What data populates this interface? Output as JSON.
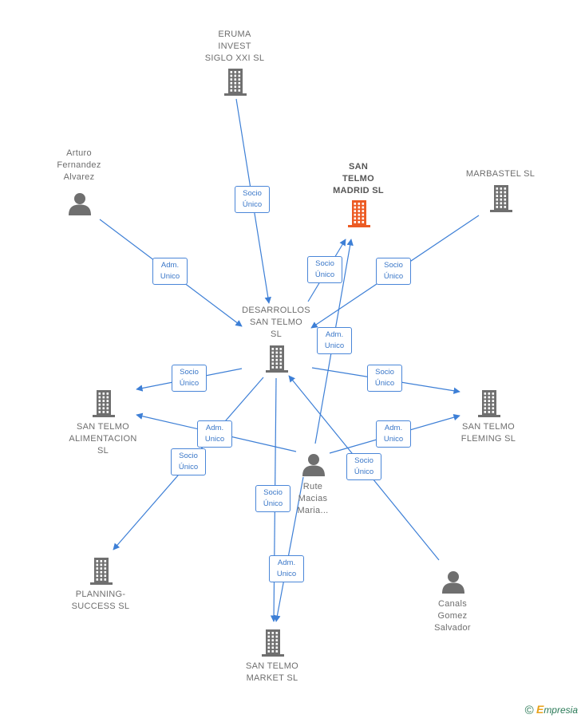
{
  "nodes": [
    {
      "id": "eruma",
      "type": "company",
      "label": "ERUMA\nINVEST\nSIGLO XXI  SL"
    },
    {
      "id": "arturo",
      "type": "person",
      "label": "Arturo\nFernandez\nAlvarez"
    },
    {
      "id": "san_telmo_madrid",
      "type": "company",
      "label": "SAN\nTELMO\nMADRID  SL",
      "focus": true
    },
    {
      "id": "marbastel",
      "type": "company",
      "label": "MARBASTEL SL"
    },
    {
      "id": "desarrollos",
      "type": "company",
      "label": "DESARROLLOS\nSAN TELMO\nSL"
    },
    {
      "id": "alimentacion",
      "type": "company",
      "label": "SAN TELMO\nALIMENTACION\nSL"
    },
    {
      "id": "fleming",
      "type": "company",
      "label": "SAN TELMO\nFLEMING  SL"
    },
    {
      "id": "rute",
      "type": "person",
      "label": "Rute\nMacias\nMaria..."
    },
    {
      "id": "planning",
      "type": "company",
      "label": "PLANNING-\nSUCCESS  SL"
    },
    {
      "id": "canals",
      "type": "person",
      "label": "Canals\nGomez\nSalvador"
    },
    {
      "id": "market",
      "type": "company",
      "label": "SAN TELMO\nMARKET  SL"
    }
  ],
  "edges": [
    {
      "from": "eruma",
      "to": "desarrollos",
      "label": "Socio\nÚnico"
    },
    {
      "from": "arturo",
      "to": "desarrollos",
      "label": "Adm.\nUnico"
    },
    {
      "from": "desarrollos",
      "to": "san_telmo_madrid",
      "label": "Socio\nÚnico"
    },
    {
      "from": "marbastel",
      "to": "desarrollos",
      "label": "Socio\nÚnico"
    },
    {
      "from": "rute",
      "to": "san_telmo_madrid",
      "label": "Adm.\nUnico"
    },
    {
      "from": "desarrollos",
      "to": "alimentacion",
      "label": "Socio\nÚnico"
    },
    {
      "from": "desarrollos",
      "to": "fleming",
      "label": "Socio\nÚnico"
    },
    {
      "from": "rute",
      "to": "alimentacion",
      "label": "Adm.\nUnico"
    },
    {
      "from": "rute",
      "to": "fleming",
      "label": "Adm.\nUnico"
    },
    {
      "from": "desarrollos",
      "to": "planning",
      "label": "Socio\nÚnico"
    },
    {
      "from": "canals",
      "to": "desarrollos",
      "label": "Socio\nÚnico"
    },
    {
      "from": "desarrollos",
      "to": "market",
      "label": "Socio\nÚnico"
    },
    {
      "from": "rute",
      "to": "market",
      "label": "Adm.\nUnico"
    }
  ],
  "colors": {
    "edge": "#3d7fd6",
    "node_icon": "#6f6f6f",
    "focus_icon": "#ec5b24",
    "label_border": "#4a86d8"
  },
  "brand": {
    "copyright": "©",
    "initial": "E",
    "name": "mpresia"
  }
}
